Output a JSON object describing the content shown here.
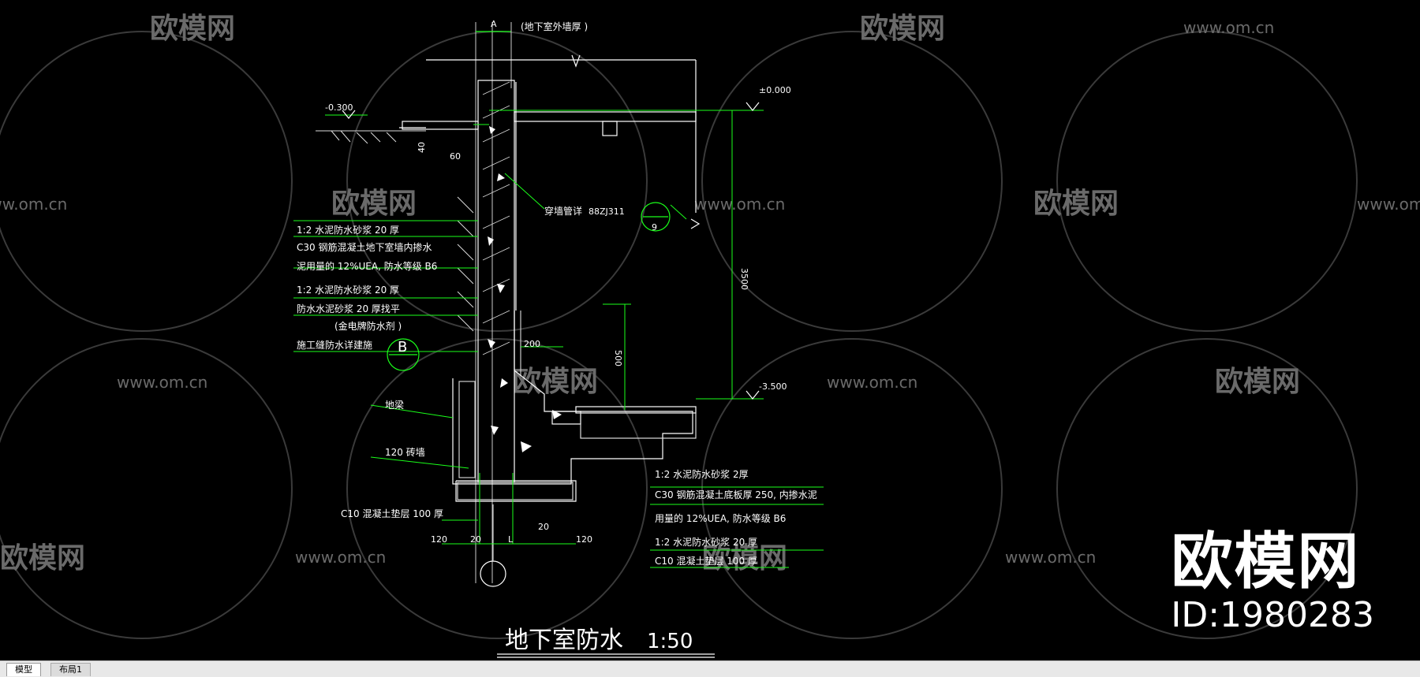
{
  "watermark": {
    "logo_text": "欧模网",
    "url_text": "www.om.cn"
  },
  "drawing": {
    "title": "地下室防水",
    "scale": "1:50",
    "top_note": "(地下室外墙厚 )",
    "top_axis_label": "A",
    "elev_left": "-0.300",
    "elev_top": "±0.000",
    "elev_bottom": "-3.500",
    "dim_40": "40",
    "dim_60": "60",
    "dim_3500": "3500",
    "dim_500": "500",
    "dim_200": "200",
    "pipe_note": "穿墙管详",
    "pipe_ref": "88ZJ311",
    "detail_circle_top": "9",
    "detail_b": "B",
    "wall_notes": [
      "1:2   水泥防水砂浆    20 厚",
      "C30   钢筋混凝土地下室墙内掺水",
      "泥用量的  12%UEA,   防水等级   B6",
      "1:2   水泥防水砂浆    20 厚",
      "防水水泥砂浆    20 厚找平"
    ],
    "coating_note": "(金电牌防水剂    )",
    "construction_joint_note": "施工缝防水详建施",
    "ground_beam": "地梁",
    "brick_wall": "120   砖墙",
    "cushion_left": "C10   混凝土垫层    100   厚",
    "floor_notes": [
      "1:2   水泥防水砂浆     2厚",
      "C30   钢筋混凝土底板厚      250, 内掺水泥",
      "用量的   12%UEA,   防水等级    B6",
      "1:2   水泥防水砂浆     20  厚",
      "C10   混凝土垫层     100   厚"
    ],
    "bottom_dims": [
      "120",
      "20",
      "L",
      "20",
      "120"
    ]
  },
  "brand": {
    "name": "欧模网",
    "id_text": "ID:1980283"
  },
  "tabs": [
    "模型",
    "布局1"
  ]
}
